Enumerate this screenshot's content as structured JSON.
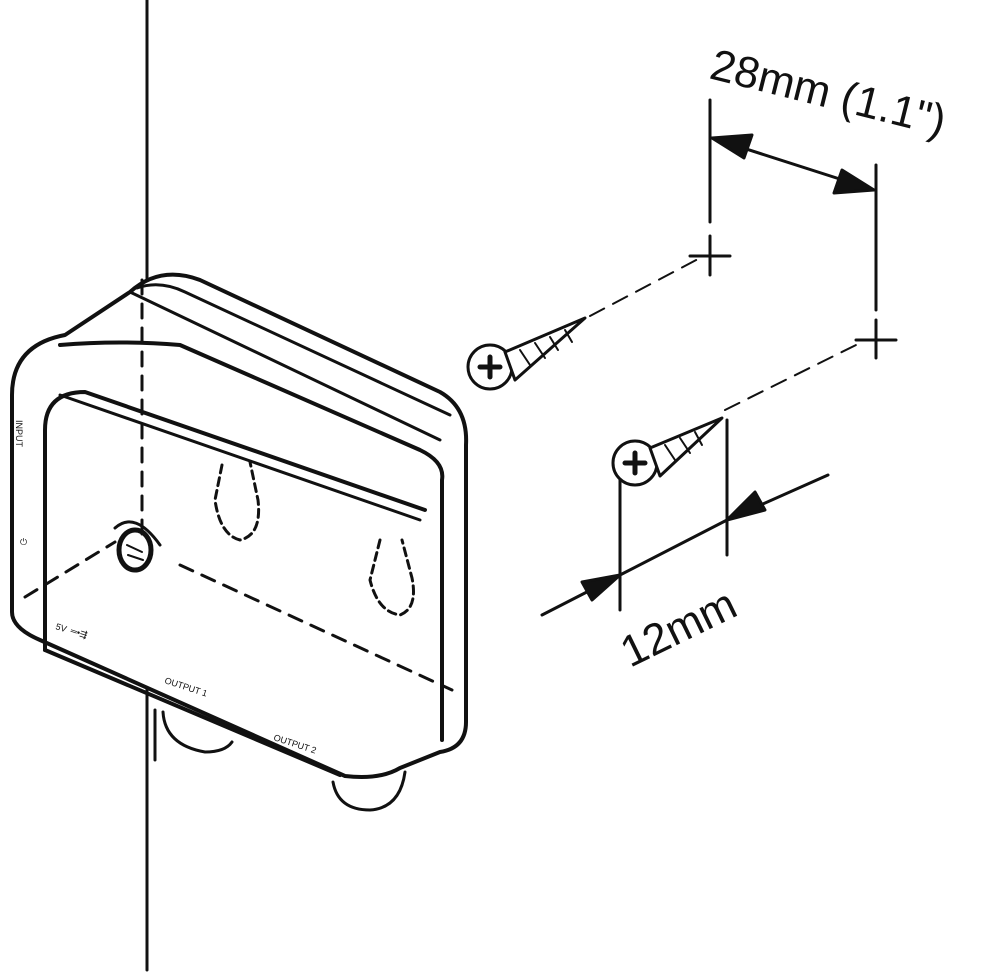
{
  "dimensions": {
    "hole_spacing": "28mm (1.1\")",
    "screw_length": "12mm"
  },
  "device_labels": {
    "input": "INPUT",
    "power": "5V",
    "output1": "OUTPUT 1",
    "output2": "OUTPUT 2"
  },
  "colors": {
    "line": "#111111",
    "background": "#ffffff"
  }
}
